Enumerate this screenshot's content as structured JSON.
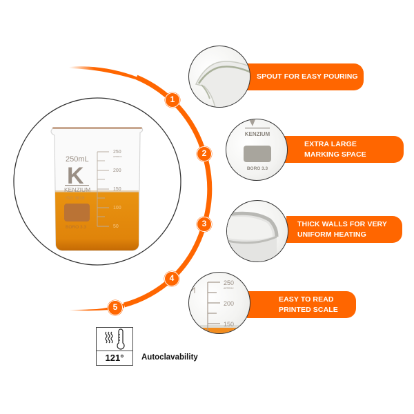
{
  "colors": {
    "accent": "#ff6600",
    "liquid": "#e58a0c",
    "liquid_dark": "#c96d05",
    "outline": "#333333",
    "print": "#9a8f85"
  },
  "beaker": {
    "volume_label": "250mL",
    "logo_letter": "K",
    "brand": "KENZIUM",
    "standard": "ISO 3819",
    "material": "BORO 3.3",
    "scale_marks": [
      "250",
      "200",
      "150",
      "100",
      "50"
    ],
    "scale_note": "APPROX"
  },
  "features": [
    {
      "number": "1",
      "lines": [
        "SPOUT FOR EASY POURING"
      ],
      "detail_icon": "spout-closeup"
    },
    {
      "number": "2",
      "lines": [
        "EXTRA LARGE",
        "MARKING SPACE"
      ],
      "detail_icon": "marking-space-closeup",
      "detail_text": {
        "brand": "KENZIUM",
        "material": "BORO 3.3"
      }
    },
    {
      "number": "3",
      "lines": [
        "THICK WALLS FOR VERY",
        "UNIFORM HEATING"
      ],
      "detail_icon": "thick-wall-closeup"
    },
    {
      "number": "4",
      "lines": [
        "EASY TO READ",
        "PRINTED SCALE"
      ],
      "detail_icon": "scale-closeup",
      "detail_text": {
        "marks": [
          "250",
          "200",
          "150"
        ],
        "note": "APPROX"
      }
    },
    {
      "number": "5",
      "lines": [],
      "detail_icon": ""
    }
  ],
  "autoclave": {
    "temperature": "121°",
    "label": "Autoclavability",
    "icon": "steam-thermometer-icon"
  }
}
